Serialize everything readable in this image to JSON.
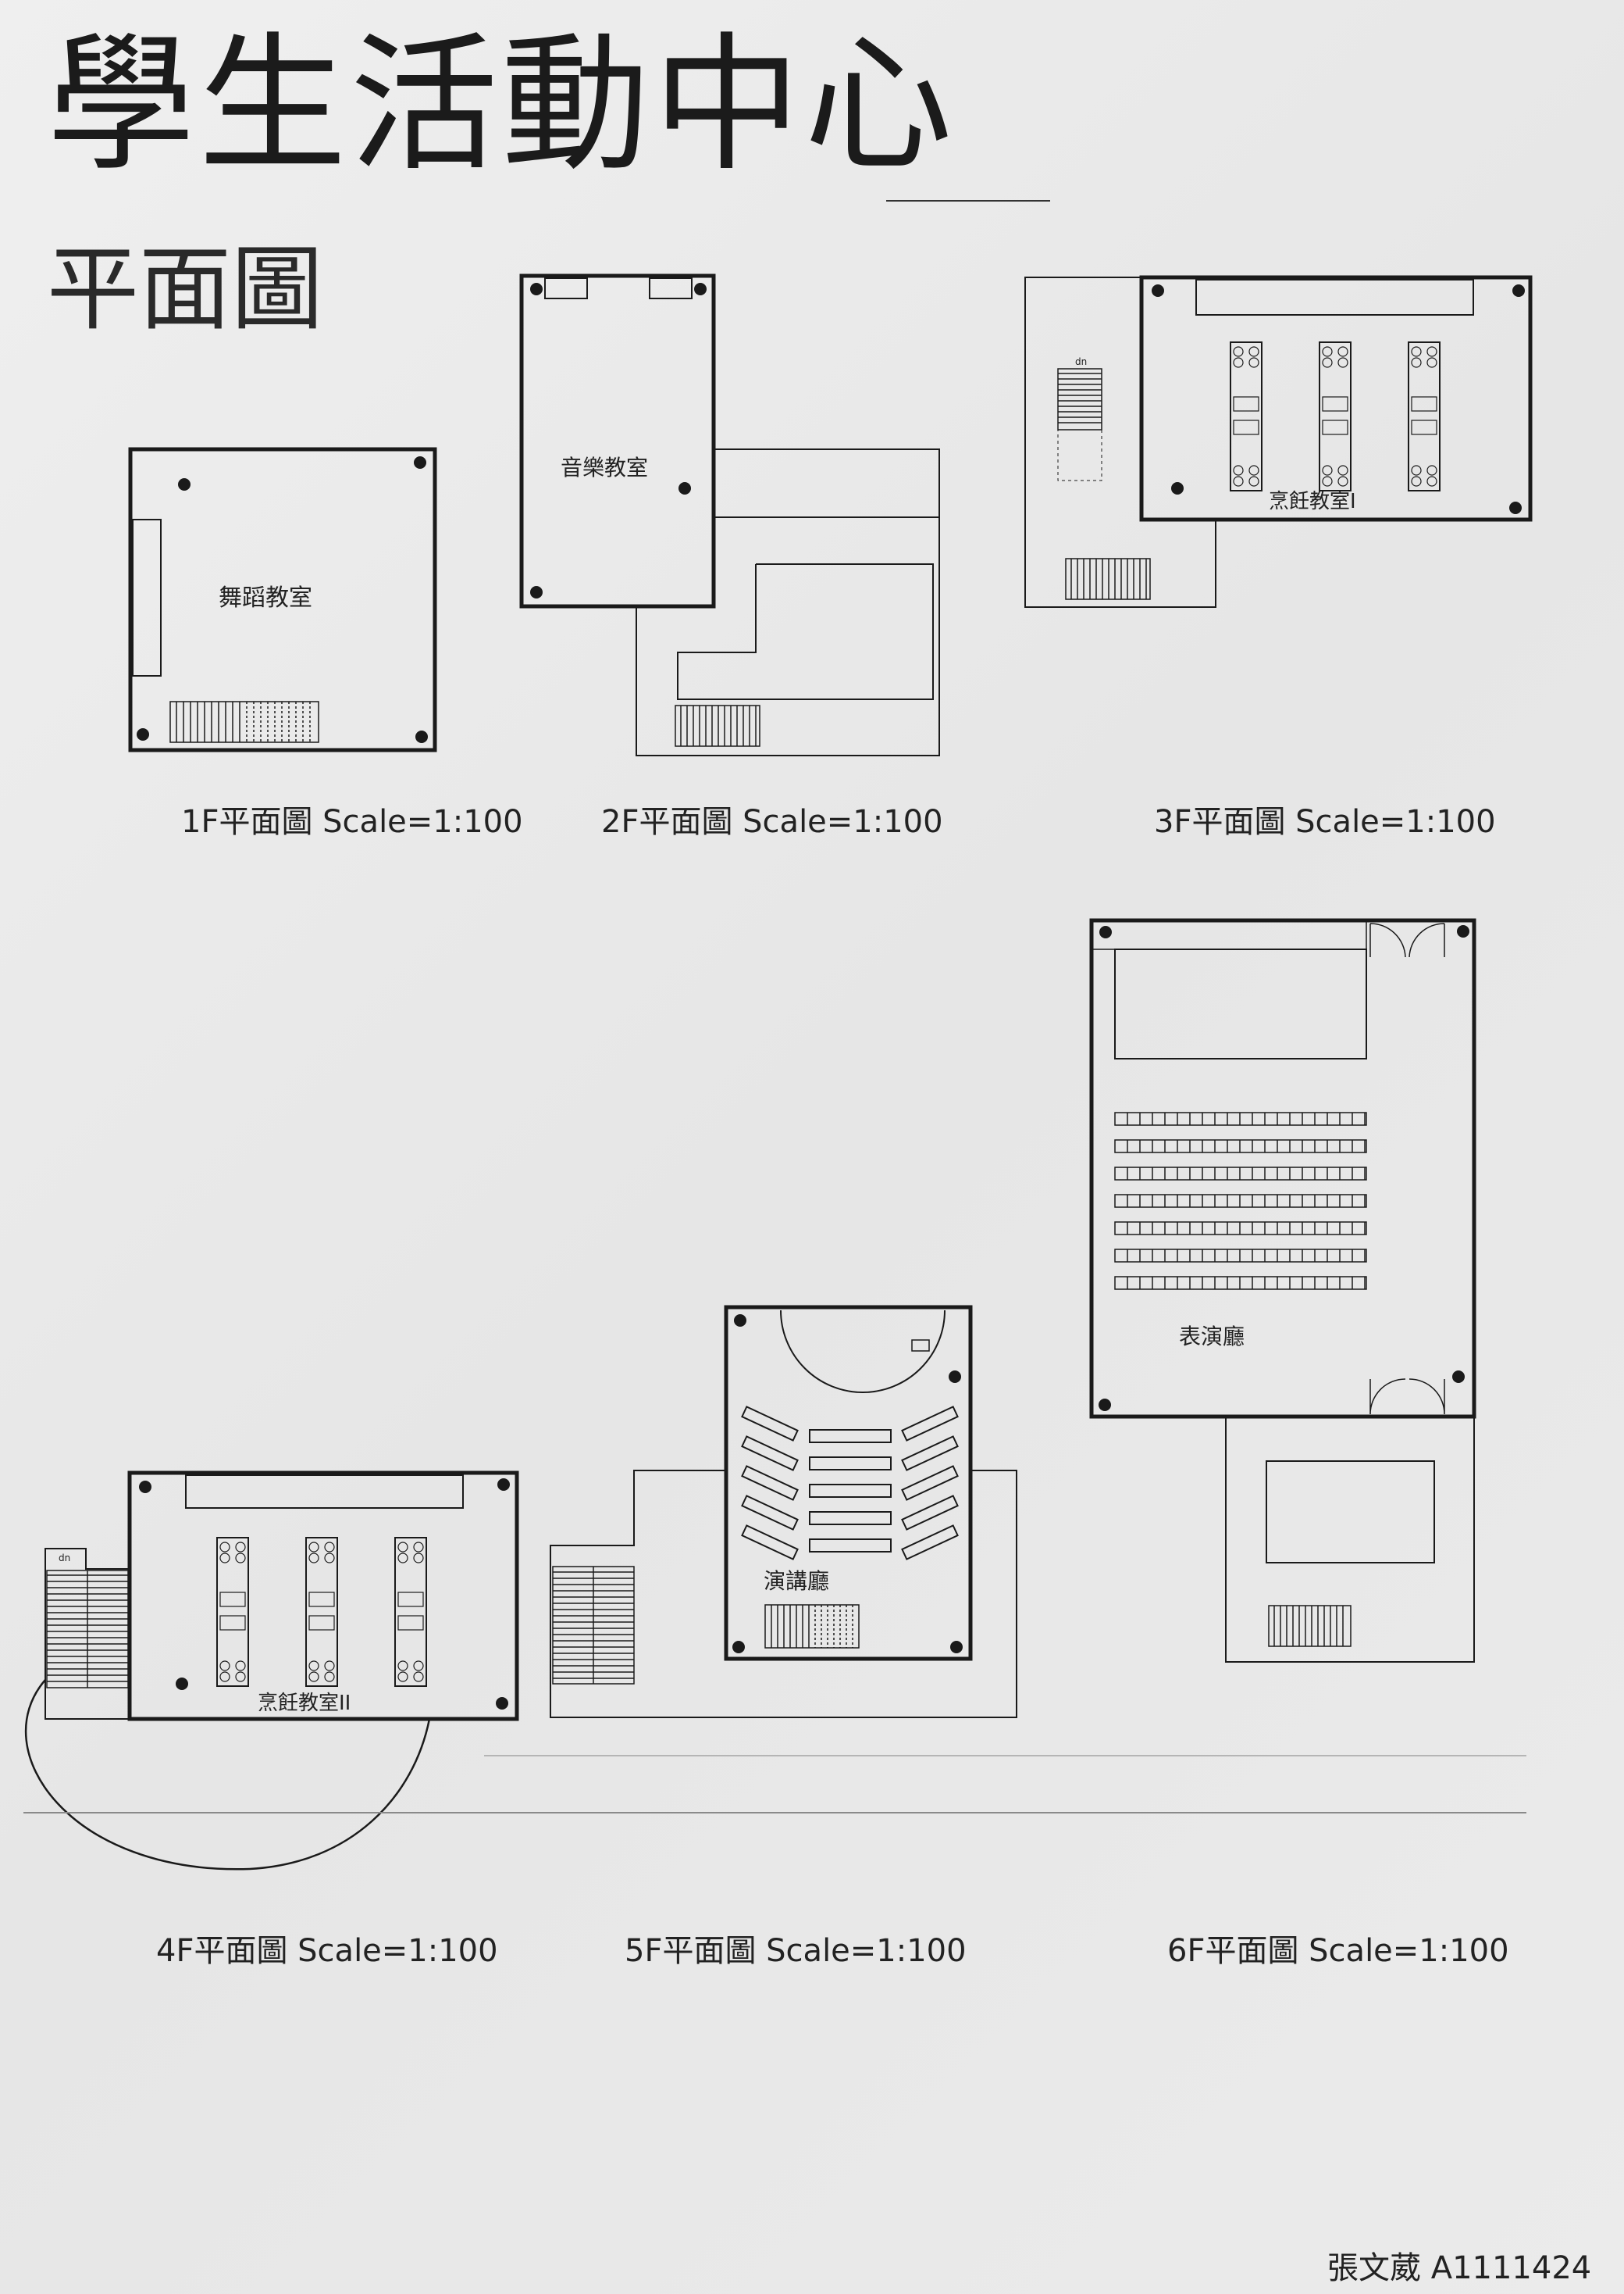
{
  "title": "學生活動中心",
  "subtitle": "平面圖",
  "rooms": {
    "dance": "舞蹈教室",
    "music": "音樂教室",
    "cooking1": "烹飪教室I",
    "cooking2": "烹飪教室II",
    "lecture": "演講廳",
    "performance": "表演廳"
  },
  "stair_labels": {
    "dn3": "dn",
    "dn4": "dn"
  },
  "captions": {
    "f1": "1F平面圖 Scale=1:100",
    "f2": "2F平面圖 Scale=1:100",
    "f3": "3F平面圖 Scale=1:100",
    "f4": "4F平面圖 Scale=1:100",
    "f5": "5F平面圖 Scale=1:100",
    "f6": "6F平面圖 Scale=1:100"
  },
  "author": "張文葳 A1111424",
  "colors": {
    "ink": "#1a1a1a",
    "paper": "#ebebeb"
  }
}
